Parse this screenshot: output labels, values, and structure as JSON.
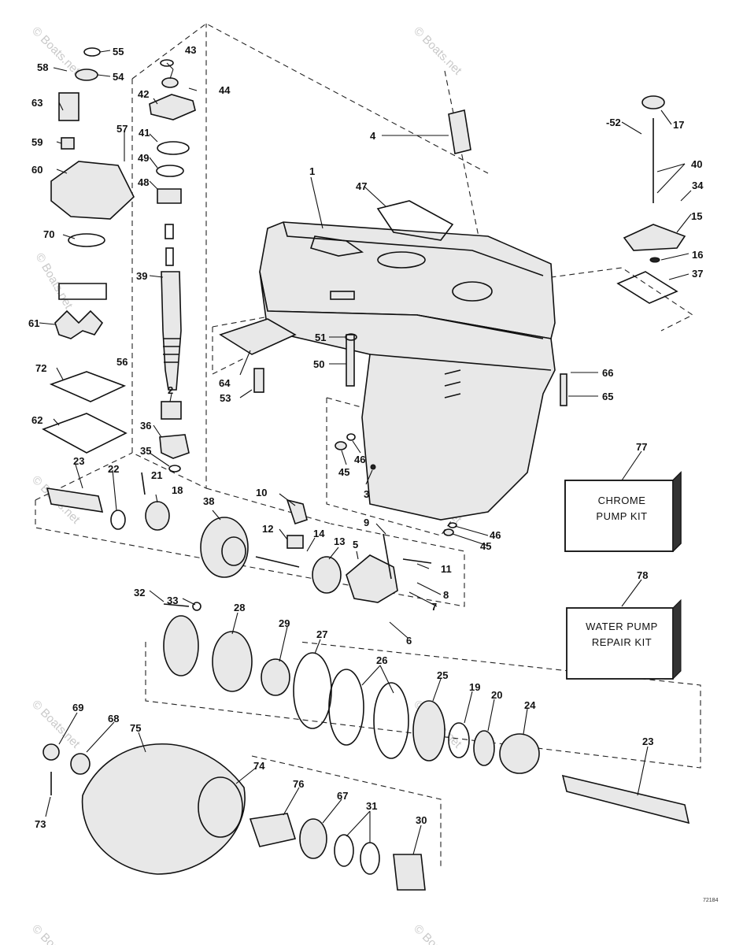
{
  "diagram": {
    "figure_number": "72184",
    "watermark": "© Boats.net",
    "callouts": [
      {
        "n": "1"
      },
      {
        "n": "2"
      },
      {
        "n": "3"
      },
      {
        "n": "4"
      },
      {
        "n": "5"
      },
      {
        "n": "6"
      },
      {
        "n": "7"
      },
      {
        "n": "8"
      },
      {
        "n": "9"
      },
      {
        "n": "10"
      },
      {
        "n": "11"
      },
      {
        "n": "12"
      },
      {
        "n": "13"
      },
      {
        "n": "14"
      },
      {
        "n": "15"
      },
      {
        "n": "16"
      },
      {
        "n": "17"
      },
      {
        "n": "18"
      },
      {
        "n": "19"
      },
      {
        "n": "20"
      },
      {
        "n": "21"
      },
      {
        "n": "22"
      },
      {
        "n": "23"
      },
      {
        "n": "23"
      },
      {
        "n": "24"
      },
      {
        "n": "25"
      },
      {
        "n": "26"
      },
      {
        "n": "27"
      },
      {
        "n": "28"
      },
      {
        "n": "29"
      },
      {
        "n": "30"
      },
      {
        "n": "31"
      },
      {
        "n": "32"
      },
      {
        "n": "33"
      },
      {
        "n": "34"
      },
      {
        "n": "35"
      },
      {
        "n": "36"
      },
      {
        "n": "37"
      },
      {
        "n": "38"
      },
      {
        "n": "39"
      },
      {
        "n": "40"
      },
      {
        "n": "41"
      },
      {
        "n": "42"
      },
      {
        "n": "43"
      },
      {
        "n": "44"
      },
      {
        "n": "45"
      },
      {
        "n": "45"
      },
      {
        "n": "46"
      },
      {
        "n": "46"
      },
      {
        "n": "47"
      },
      {
        "n": "48"
      },
      {
        "n": "49"
      },
      {
        "n": "50"
      },
      {
        "n": "51"
      },
      {
        "n": "-52"
      },
      {
        "n": "53"
      },
      {
        "n": "54"
      },
      {
        "n": "55"
      },
      {
        "n": "56"
      },
      {
        "n": "57"
      },
      {
        "n": "58"
      },
      {
        "n": "59"
      },
      {
        "n": "60"
      },
      {
        "n": "61"
      },
      {
        "n": "62"
      },
      {
        "n": "63"
      },
      {
        "n": "64"
      },
      {
        "n": "65"
      },
      {
        "n": "66"
      },
      {
        "n": "67"
      },
      {
        "n": "68"
      },
      {
        "n": "69"
      },
      {
        "n": "70"
      },
      {
        "n": "72"
      },
      {
        "n": "73"
      },
      {
        "n": "74"
      },
      {
        "n": "75"
      },
      {
        "n": "76"
      },
      {
        "n": "77"
      },
      {
        "n": "78"
      }
    ],
    "kits": [
      {
        "lines": [
          "CHROME",
          "PUMP KIT"
        ]
      },
      {
        "lines": [
          "WATER PUMP",
          "REPAIR KIT"
        ]
      }
    ]
  }
}
